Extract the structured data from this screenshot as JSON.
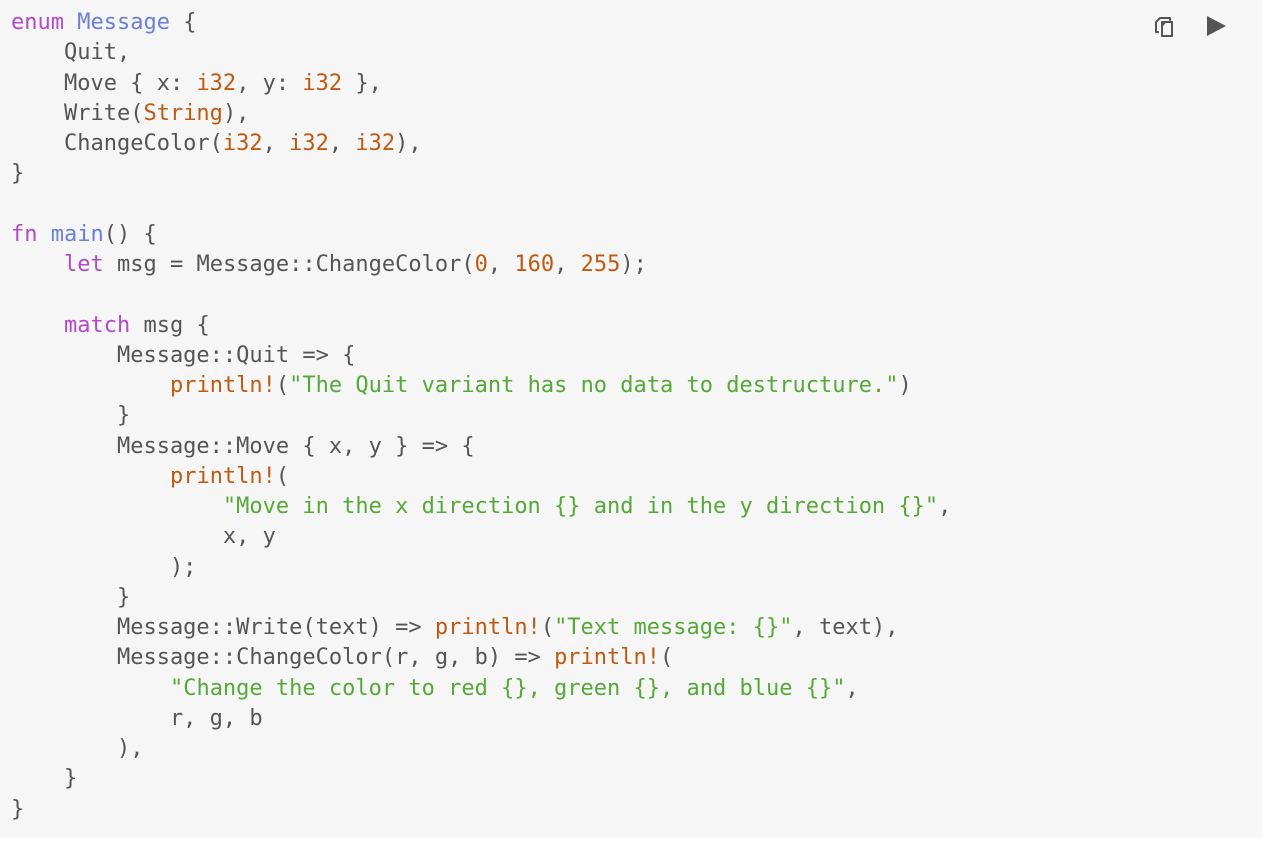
{
  "toolbar": {
    "copy_icon": "copy-icon",
    "run_icon": "play-icon"
  },
  "colors": {
    "background": "#f6f6f6",
    "text": "#555555",
    "keyword": "#b24ac7",
    "type": "#6a7fd8",
    "number": "#c05a12",
    "string": "#56a838"
  },
  "code": {
    "language": "rust",
    "lines": [
      [
        {
          "t": "enum",
          "c": "keyword"
        },
        {
          "t": " "
        },
        {
          "t": "Message",
          "c": "type"
        },
        {
          "t": " {"
        }
      ],
      [
        {
          "t": "    Quit,"
        }
      ],
      [
        {
          "t": "    Move { x: "
        },
        {
          "t": "i32",
          "c": "builtin"
        },
        {
          "t": ", y: "
        },
        {
          "t": "i32",
          "c": "builtin"
        },
        {
          "t": " },"
        }
      ],
      [
        {
          "t": "    Write("
        },
        {
          "t": "String",
          "c": "builtin"
        },
        {
          "t": "),"
        }
      ],
      [
        {
          "t": "    ChangeColor("
        },
        {
          "t": "i32",
          "c": "builtin"
        },
        {
          "t": ", "
        },
        {
          "t": "i32",
          "c": "builtin"
        },
        {
          "t": ", "
        },
        {
          "t": "i32",
          "c": "builtin"
        },
        {
          "t": "),"
        }
      ],
      [
        {
          "t": "}"
        }
      ],
      [],
      [
        {
          "t": "fn",
          "c": "keyword"
        },
        {
          "t": " "
        },
        {
          "t": "main",
          "c": "function"
        },
        {
          "t": "() {"
        }
      ],
      [
        {
          "t": "    "
        },
        {
          "t": "let",
          "c": "keyword"
        },
        {
          "t": " msg = Message::ChangeColor("
        },
        {
          "t": "0",
          "c": "number"
        },
        {
          "t": ", "
        },
        {
          "t": "160",
          "c": "number"
        },
        {
          "t": ", "
        },
        {
          "t": "255",
          "c": "number"
        },
        {
          "t": ");"
        }
      ],
      [],
      [
        {
          "t": "    "
        },
        {
          "t": "match",
          "c": "keyword"
        },
        {
          "t": " msg {"
        }
      ],
      [
        {
          "t": "        Message::Quit => {"
        }
      ],
      [
        {
          "t": "            "
        },
        {
          "t": "println!",
          "c": "macro"
        },
        {
          "t": "("
        },
        {
          "t": "\"The Quit variant has no data to destructure.\"",
          "c": "string"
        },
        {
          "t": ")"
        }
      ],
      [
        {
          "t": "        }"
        }
      ],
      [
        {
          "t": "        Message::Move { x, y } => {"
        }
      ],
      [
        {
          "t": "            "
        },
        {
          "t": "println!",
          "c": "macro"
        },
        {
          "t": "("
        }
      ],
      [
        {
          "t": "                "
        },
        {
          "t": "\"Move in the x direction {} and in the y direction {}\"",
          "c": "string"
        },
        {
          "t": ","
        }
      ],
      [
        {
          "t": "                x, y"
        }
      ],
      [
        {
          "t": "            );"
        }
      ],
      [
        {
          "t": "        }"
        }
      ],
      [
        {
          "t": "        Message::Write(text) => "
        },
        {
          "t": "println!",
          "c": "macro"
        },
        {
          "t": "("
        },
        {
          "t": "\"Text message: {}\"",
          "c": "string"
        },
        {
          "t": ", text),"
        }
      ],
      [
        {
          "t": "        Message::ChangeColor(r, g, b) => "
        },
        {
          "t": "println!",
          "c": "macro"
        },
        {
          "t": "("
        }
      ],
      [
        {
          "t": "            "
        },
        {
          "t": "\"Change the color to red {}, green {}, and blue {}\"",
          "c": "string"
        },
        {
          "t": ","
        }
      ],
      [
        {
          "t": "            r, g, b"
        }
      ],
      [
        {
          "t": "        ),"
        }
      ],
      [
        {
          "t": "    }"
        }
      ],
      [
        {
          "t": "}"
        }
      ]
    ]
  }
}
